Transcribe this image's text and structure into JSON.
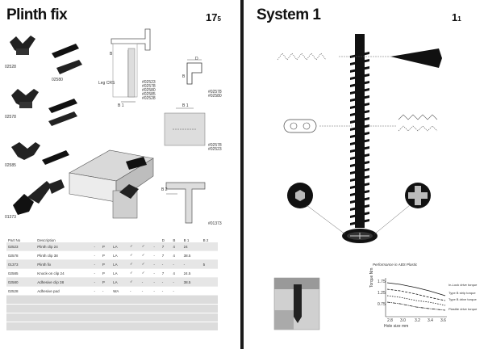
{
  "left": {
    "title": "Plinth fix",
    "page_number": "17",
    "page_sub": "5",
    "part_labels": [
      "02528",
      "02580",
      "02578",
      "02585",
      "01373"
    ],
    "leg_label": "Leg CRS",
    "dim_labels": [
      "B",
      "D",
      "B",
      "B 1",
      "B 1",
      "B 2"
    ],
    "code_lists": {
      "a": [
        "#02523",
        "#02578",
        "#02580",
        "#02585",
        "#02528"
      ],
      "b": [
        "#02578",
        "#02580"
      ],
      "c": [
        "#02578",
        "#02523"
      ],
      "d": [
        "#01373"
      ]
    },
    "table": {
      "headers": [
        "Part No",
        "Description",
        "",
        "",
        "",
        "",
        "",
        "",
        "D",
        "B",
        "B 1",
        "B 2"
      ],
      "rows": [
        [
          "02523",
          "Plinth clip 24",
          "-",
          "P",
          "LA",
          "✓",
          "✓",
          "-",
          "7",
          "4",
          "24",
          ""
        ],
        [
          "02578",
          "Plinth clip 38",
          "-",
          "P",
          "LA",
          "✓",
          "✓",
          "-",
          "7",
          "4",
          "38.5",
          ""
        ],
        [
          "01373",
          "Plinth fix",
          "-",
          "P",
          "LA",
          "✓",
          "✓",
          "-",
          "-",
          "-",
          "-",
          "5"
        ],
        [
          "02585",
          "Knock-on clip 24",
          "-",
          "P",
          "LA",
          "✓",
          "✓",
          "-",
          "7",
          "4",
          "24.5",
          ""
        ],
        [
          "02580",
          "Adhesive clip 38",
          "-",
          "P",
          "LA",
          "✓",
          "-",
          "-",
          "-",
          "-",
          "38.5",
          ""
        ],
        [
          "02528",
          "Adhesive pad",
          "-",
          "-",
          "WA",
          "-",
          "-",
          "-",
          "-",
          "-",
          "",
          ""
        ]
      ]
    }
  },
  "right": {
    "title": "System 1",
    "page_number": "1",
    "page_sub": "1",
    "graph": {
      "title": "Performance in ABS Plastic",
      "ylabel": "Torque Nm",
      "xlabel": "Hole size mm",
      "y_ticks": [
        "1.75",
        "1.25",
        "0.75"
      ],
      "x_ticks": [
        "2.8",
        "3.0",
        "3.2",
        "3.4",
        "3.6"
      ],
      "legend": [
        "In-Lock drive torque",
        "Type B strip torque",
        "Type B drive torque",
        "Plastite drive torque"
      ]
    }
  }
}
